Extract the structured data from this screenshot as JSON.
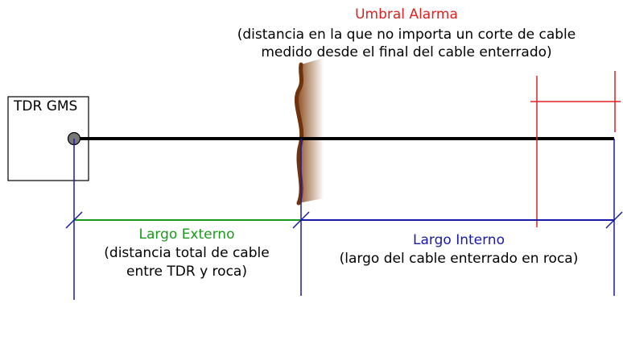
{
  "device": {
    "label": "TDR GMS"
  },
  "threshold": {
    "title": "Umbral Alarma",
    "description_line1": "(distancia en la que no importa un corte de cable",
    "description_line2": "medido desde el final del cable enterrado)"
  },
  "external_length": {
    "title": "Largo Externo",
    "description_line1": "(distancia total de cable",
    "description_line2": "entre TDR y roca)"
  },
  "internal_length": {
    "title": "Largo Interno",
    "description_line1": "(largo del cable enterrado en roca)"
  },
  "colors": {
    "threshold": "#e02020",
    "external": "#1a9a1a",
    "internal": "#1a1aa8",
    "cable": "#000000",
    "rock": "#7a3a10"
  }
}
